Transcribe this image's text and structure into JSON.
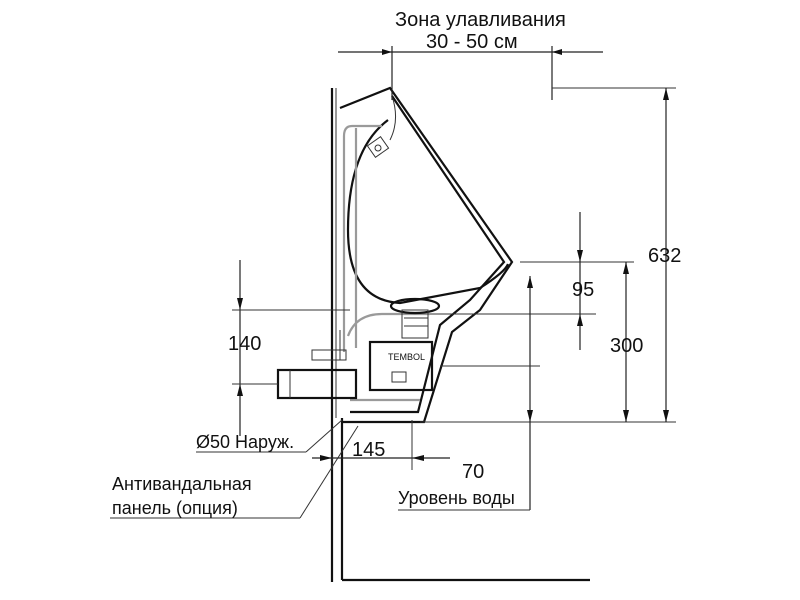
{
  "labels": {
    "zone_title": "Зона улавливания",
    "zone_range": "30 - 50 см",
    "dim_632": "632",
    "dim_95": "95",
    "dim_300": "300",
    "dim_140": "140",
    "dim_145": "145",
    "dim_70": "70",
    "pipe_diameter": "Ø50 Наруж.",
    "panel_line1": "Антивандальная",
    "panel_line2": "панель (опция)",
    "water_level": "Уровень воды",
    "brand": "TEMBOL"
  }
}
